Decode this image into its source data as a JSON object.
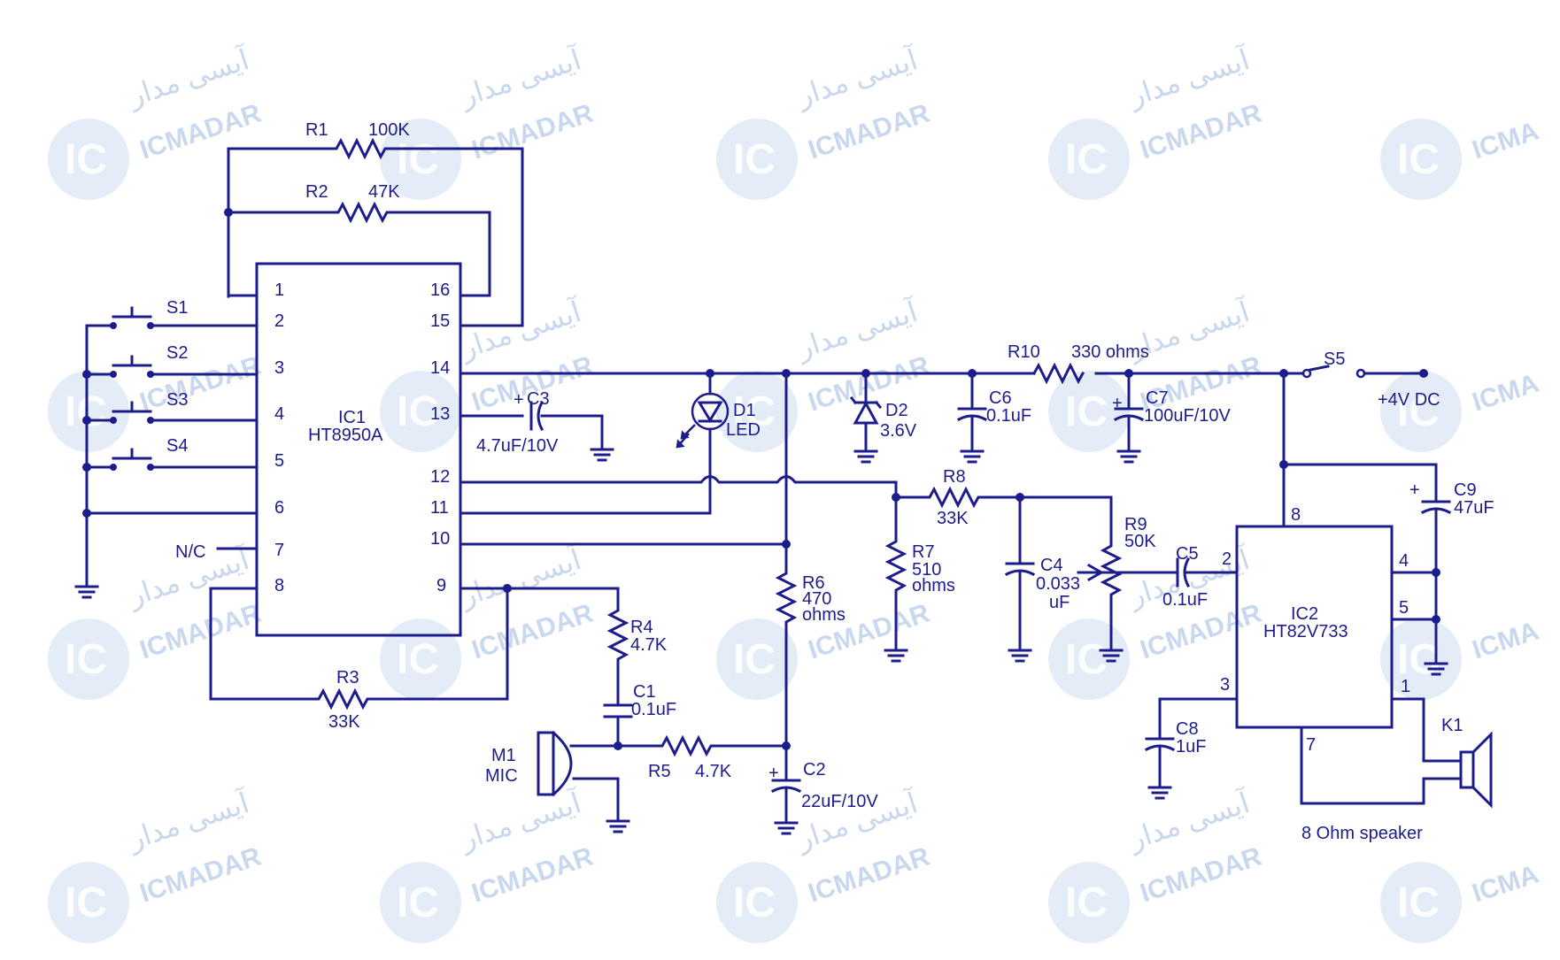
{
  "watermark": {
    "latin": "ICMADAR",
    "persian": "آیسی مدار",
    "badge": "IC"
  },
  "colors": {
    "ink": "#1c1c8c",
    "watermark": "#c9d8ee",
    "background": "#ffffff"
  },
  "ic1": {
    "ref": "IC1",
    "part": "HT8950A",
    "pins_left": [
      "1",
      "2",
      "3",
      "4",
      "5",
      "6",
      "7",
      "8"
    ],
    "pins_right": [
      "16",
      "15",
      "14",
      "13",
      "12",
      "11",
      "10",
      "9"
    ],
    "nc_label": "N/C"
  },
  "ic2": {
    "ref": "IC2",
    "part": "HT82V733",
    "pins": {
      "p8": "8",
      "p2": "2",
      "p4": "4",
      "p5": "5",
      "p3": "3",
      "p1": "1",
      "p7": "7"
    }
  },
  "components": {
    "r1": {
      "ref": "R1",
      "value": "100K"
    },
    "r2": {
      "ref": "R2",
      "value": "47K"
    },
    "r3": {
      "ref": "R3",
      "value": "33K"
    },
    "r4": {
      "ref": "R4",
      "value": "4.7K"
    },
    "r5": {
      "ref": "R5",
      "value": "4.7K"
    },
    "r6": {
      "ref": "R6",
      "value1": "470",
      "value2": "ohms"
    },
    "r7": {
      "ref": "R7",
      "value1": "510",
      "value2": "ohms"
    },
    "r8": {
      "ref": "R8",
      "value": "33K"
    },
    "r9": {
      "ref": "R9",
      "value": "50K"
    },
    "r10": {
      "ref": "R10",
      "value": "330 ohms"
    },
    "c1": {
      "ref": "C1",
      "value": "0.1uF"
    },
    "c2": {
      "ref": "C2",
      "value": "22uF/10V"
    },
    "c3": {
      "ref": "C3",
      "value": "4.7uF/10V"
    },
    "c4": {
      "ref": "C4",
      "value1": "0.033",
      "value2": "uF"
    },
    "c5": {
      "ref": "C5",
      "value": "0.1uF"
    },
    "c6": {
      "ref": "C6",
      "value": "0.1uF"
    },
    "c7": {
      "ref": "C7",
      "value": "100uF/10V"
    },
    "c8": {
      "ref": "C8",
      "value": "1uF"
    },
    "c9": {
      "ref": "C9",
      "value": "47uF"
    },
    "d1": {
      "ref": "D1",
      "value": "LED"
    },
    "d2": {
      "ref": "D2",
      "value": "3.6V"
    },
    "m1": {
      "ref": "M1",
      "value": "MIC"
    },
    "k1": {
      "ref": "K1",
      "value": "8 Ohm speaker"
    },
    "s1": {
      "ref": "S1"
    },
    "s2": {
      "ref": "S2"
    },
    "s3": {
      "ref": "S3"
    },
    "s4": {
      "ref": "S4"
    },
    "s5": {
      "ref": "S5"
    },
    "supply": {
      "label": "+4V DC"
    },
    "plus": "+"
  }
}
